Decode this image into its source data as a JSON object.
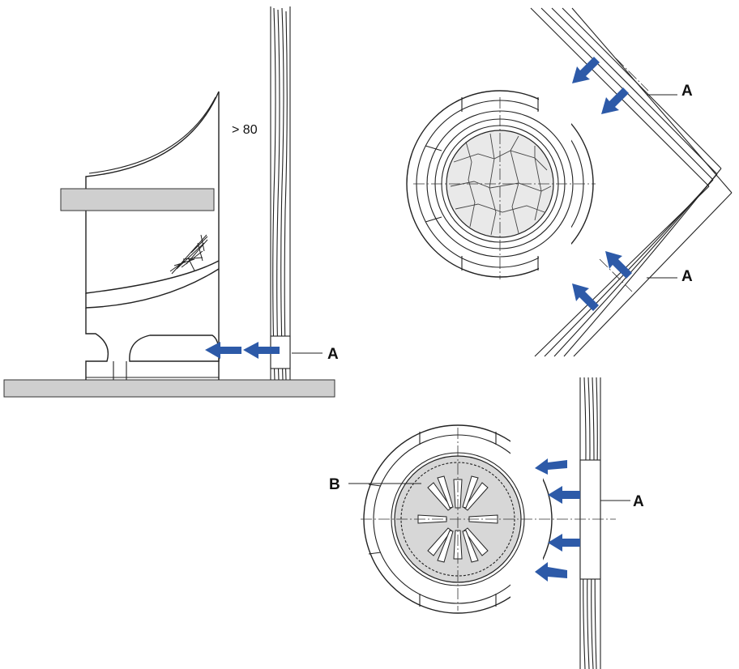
{
  "labels": {
    "a": "A",
    "b": "B",
    "clearance": "> 80"
  },
  "colors": {
    "arrow": "#2d5aa8",
    "platform": "#cfcfcf",
    "stone_fill": "#e9e9e9",
    "rosette_fill": "#d7d7d7"
  },
  "icons": {
    "airflow": "blue-arrow-icon"
  }
}
